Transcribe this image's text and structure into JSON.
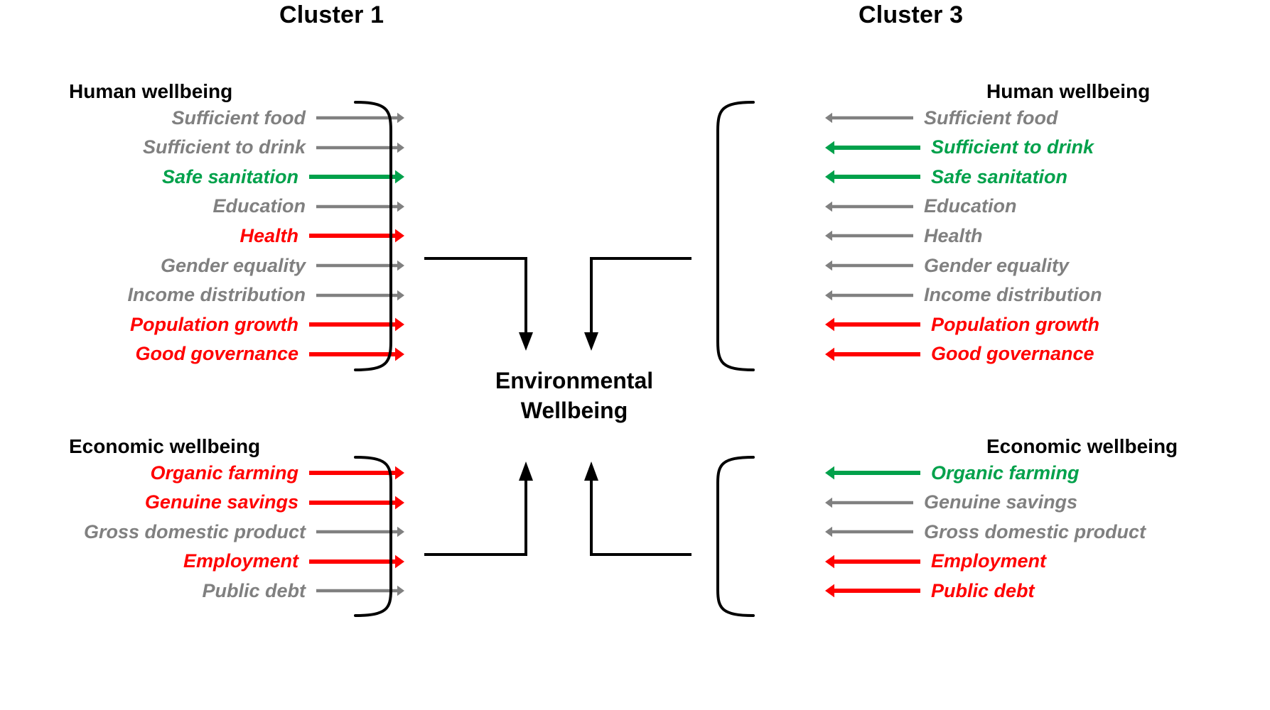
{
  "diagram": {
    "center": {
      "line1": "Environmental",
      "line2": "Wellbeing"
    },
    "colors": {
      "gray": "#808080",
      "green": "#00A14B",
      "red": "#FF0000",
      "black": "#000000",
      "background": "#FFFFFF"
    },
    "legend_meaning": {
      "gray": "neutral / no significant relation",
      "green": "positive relation",
      "red": "negative relation"
    }
  },
  "clusters": [
    {
      "id": "cluster-1",
      "title": "Cluster 1",
      "side": "left",
      "arrow_direction": "right",
      "groups": [
        {
          "id": "human-wellbeing",
          "header": "Human wellbeing",
          "items": [
            {
              "label": "Sufficient food",
              "color": "gray"
            },
            {
              "label": "Sufficient to drink",
              "color": "gray"
            },
            {
              "label": "Safe sanitation",
              "color": "green"
            },
            {
              "label": "Education",
              "color": "gray"
            },
            {
              "label": "Health",
              "color": "red"
            },
            {
              "label": "Gender equality",
              "color": "gray"
            },
            {
              "label": "Income distribution",
              "color": "gray"
            },
            {
              "label": "Population growth",
              "color": "red"
            },
            {
              "label": "Good governance",
              "color": "red"
            }
          ]
        },
        {
          "id": "economic-wellbeing",
          "header": "Economic wellbeing",
          "items": [
            {
              "label": "Organic farming",
              "color": "red"
            },
            {
              "label": "Genuine savings",
              "color": "red"
            },
            {
              "label": "Gross domestic product",
              "color": "gray"
            },
            {
              "label": "Employment",
              "color": "red"
            },
            {
              "label": "Public debt",
              "color": "gray"
            }
          ]
        }
      ]
    },
    {
      "id": "cluster-3",
      "title": "Cluster 3",
      "side": "right",
      "arrow_direction": "left",
      "groups": [
        {
          "id": "human-wellbeing",
          "header": "Human wellbeing",
          "items": [
            {
              "label": "Sufficient food",
              "color": "gray"
            },
            {
              "label": "Sufficient to drink",
              "color": "green"
            },
            {
              "label": "Safe sanitation",
              "color": "green"
            },
            {
              "label": "Education",
              "color": "gray"
            },
            {
              "label": "Health",
              "color": "gray"
            },
            {
              "label": "Gender equality",
              "color": "gray"
            },
            {
              "label": "Income distribution",
              "color": "gray"
            },
            {
              "label": "Population growth",
              "color": "red"
            },
            {
              "label": "Good governance",
              "color": "red"
            }
          ]
        },
        {
          "id": "economic-wellbeing",
          "header": "Economic wellbeing",
          "items": [
            {
              "label": "Organic farming",
              "color": "green"
            },
            {
              "label": "Genuine savings",
              "color": "gray"
            },
            {
              "label": "Gross domestic product",
              "color": "gray"
            },
            {
              "label": "Employment",
              "color": "red"
            },
            {
              "label": "Public debt",
              "color": "red"
            }
          ]
        }
      ]
    }
  ]
}
